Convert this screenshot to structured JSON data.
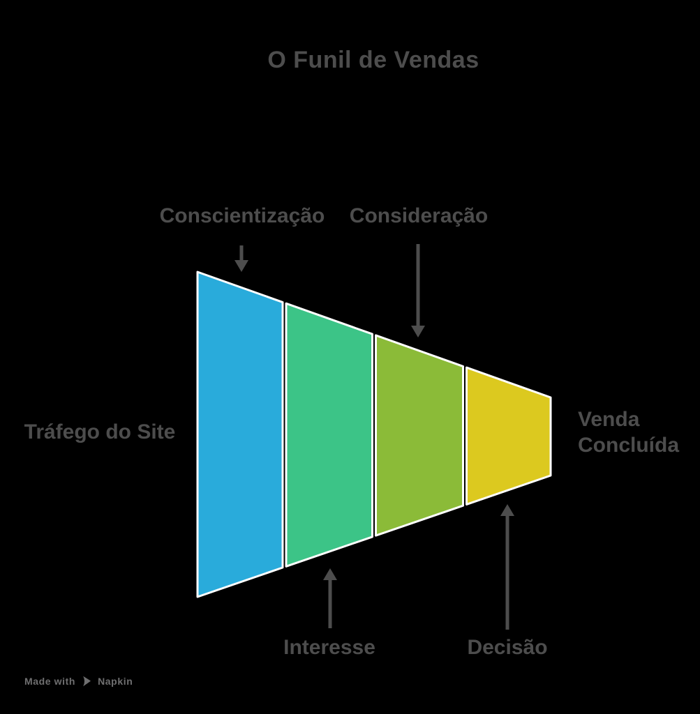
{
  "title": "O Funil de Vendas",
  "colors": {
    "background": "#000000",
    "title_text": "#4d4d4d",
    "label_text": "#4d4d4d",
    "arrow": "#4d4d4d",
    "segment_outline": "#ffffff",
    "watermark_text": "#6f6f70"
  },
  "chart_data": {
    "type": "funnel",
    "orientation": "horizontal-left-to-right",
    "title": "O Funil de Vendas",
    "input_label": "Tráfego do Site",
    "output_label": "Venda Concluída",
    "stages": [
      {
        "label": "Conscientização",
        "color": "#29abdb",
        "label_side": "top"
      },
      {
        "label": "Interesse",
        "color": "#3cc487",
        "label_side": "bottom"
      },
      {
        "label": "Consideração",
        "color": "#8bbb38",
        "label_side": "top"
      },
      {
        "label": "Decisão",
        "color": "#dcc91f",
        "label_side": "bottom"
      }
    ]
  },
  "watermark": {
    "prefix": "Made with",
    "brand": "Napkin"
  }
}
